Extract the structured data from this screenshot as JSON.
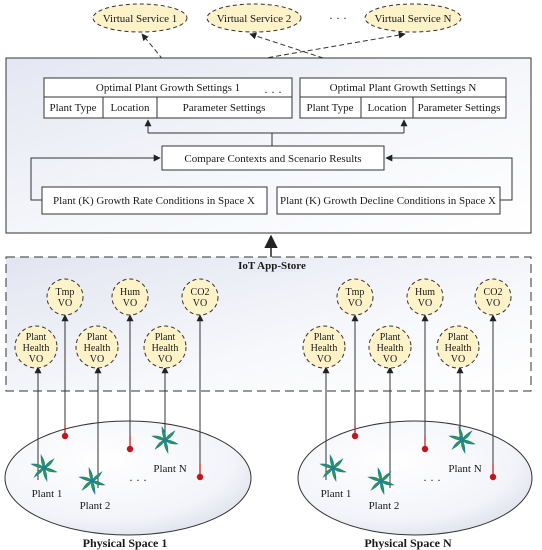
{
  "virtual_services": [
    "Virtual Service 1",
    "Virtual Service 2",
    "· · ·",
    "Virtual Service N"
  ],
  "settings_1": {
    "title": "Optimal Plant Growth Settings 1",
    "cols": [
      "Plant Type",
      "Location",
      "Parameter Settings"
    ]
  },
  "settings_n": {
    "title": "Optimal Plant Growth Settings N",
    "cols": [
      "Plant Type",
      "Location",
      "Parameter Settings"
    ]
  },
  "settings_ellipsis": "· · ·",
  "compare_box": "Compare Contexts and Scenario Results",
  "growth_rate_box": "Plant (K) Growth Rate Conditions in Space X",
  "growth_decline_box": "Plant (K) Growth Decline Conditions in Space X",
  "app_store_label": "IoT App-Store",
  "vo": {
    "tmp": [
      "Tmp",
      "VO"
    ],
    "hum": [
      "Hum",
      "VO"
    ],
    "co2": [
      "CO2",
      "VO"
    ],
    "plant": [
      "Plant",
      "Health",
      "VO"
    ]
  },
  "space1": {
    "label": "Physical Space 1",
    "plants": [
      "Plant 1",
      "Plant 2",
      "Plant N"
    ],
    "dots": "· · ·"
  },
  "spaceN": {
    "label": "Physical Space N",
    "plants": [
      "Plant 1",
      "Plant 2",
      "Plant N"
    ],
    "dots": "· · ·"
  },
  "colors": {
    "vo_fill": "#fdf2c8",
    "panel_grad_start": "#e6e8f3",
    "panel_grad_end": "#ffffff",
    "sensor_red": "#c0141e",
    "plant_green": "#2f9a3a",
    "plant_teal": "#1f7f97"
  }
}
